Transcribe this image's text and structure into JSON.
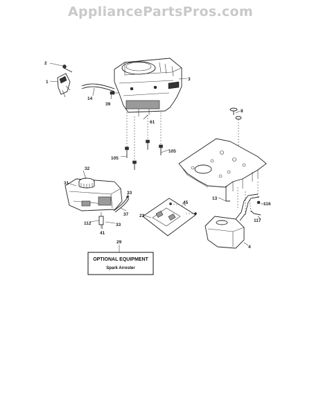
{
  "watermark": "AppliancePartsPros.com",
  "callouts": [
    {
      "id": "c2",
      "text": "2"
    },
    {
      "id": "c1",
      "text": "1"
    },
    {
      "id": "c14",
      "text": "14"
    },
    {
      "id": "c39",
      "text": "39"
    },
    {
      "id": "c3",
      "text": "3"
    },
    {
      "id": "c61",
      "text": "61"
    },
    {
      "id": "c105a",
      "text": "105"
    },
    {
      "id": "c105b",
      "text": "105"
    },
    {
      "id": "c8",
      "text": "8"
    },
    {
      "id": "c32",
      "text": "32"
    },
    {
      "id": "c31",
      "text": "31"
    },
    {
      "id": "c33a",
      "text": "33"
    },
    {
      "id": "c37",
      "text": "37"
    },
    {
      "id": "c112",
      "text": "112"
    },
    {
      "id": "c33b",
      "text": "33"
    },
    {
      "id": "c41",
      "text": "41"
    },
    {
      "id": "c45",
      "text": "45"
    },
    {
      "id": "c23",
      "text": "23"
    },
    {
      "id": "c13",
      "text": "13"
    },
    {
      "id": "c116",
      "text": "116"
    },
    {
      "id": "c117",
      "text": "117"
    },
    {
      "id": "c4",
      "text": "4"
    },
    {
      "id": "c29",
      "text": "29"
    }
  ],
  "option_box": {
    "title": "OPTIONAL EQUIPMENT",
    "subtitle": "Spark Arrester"
  }
}
